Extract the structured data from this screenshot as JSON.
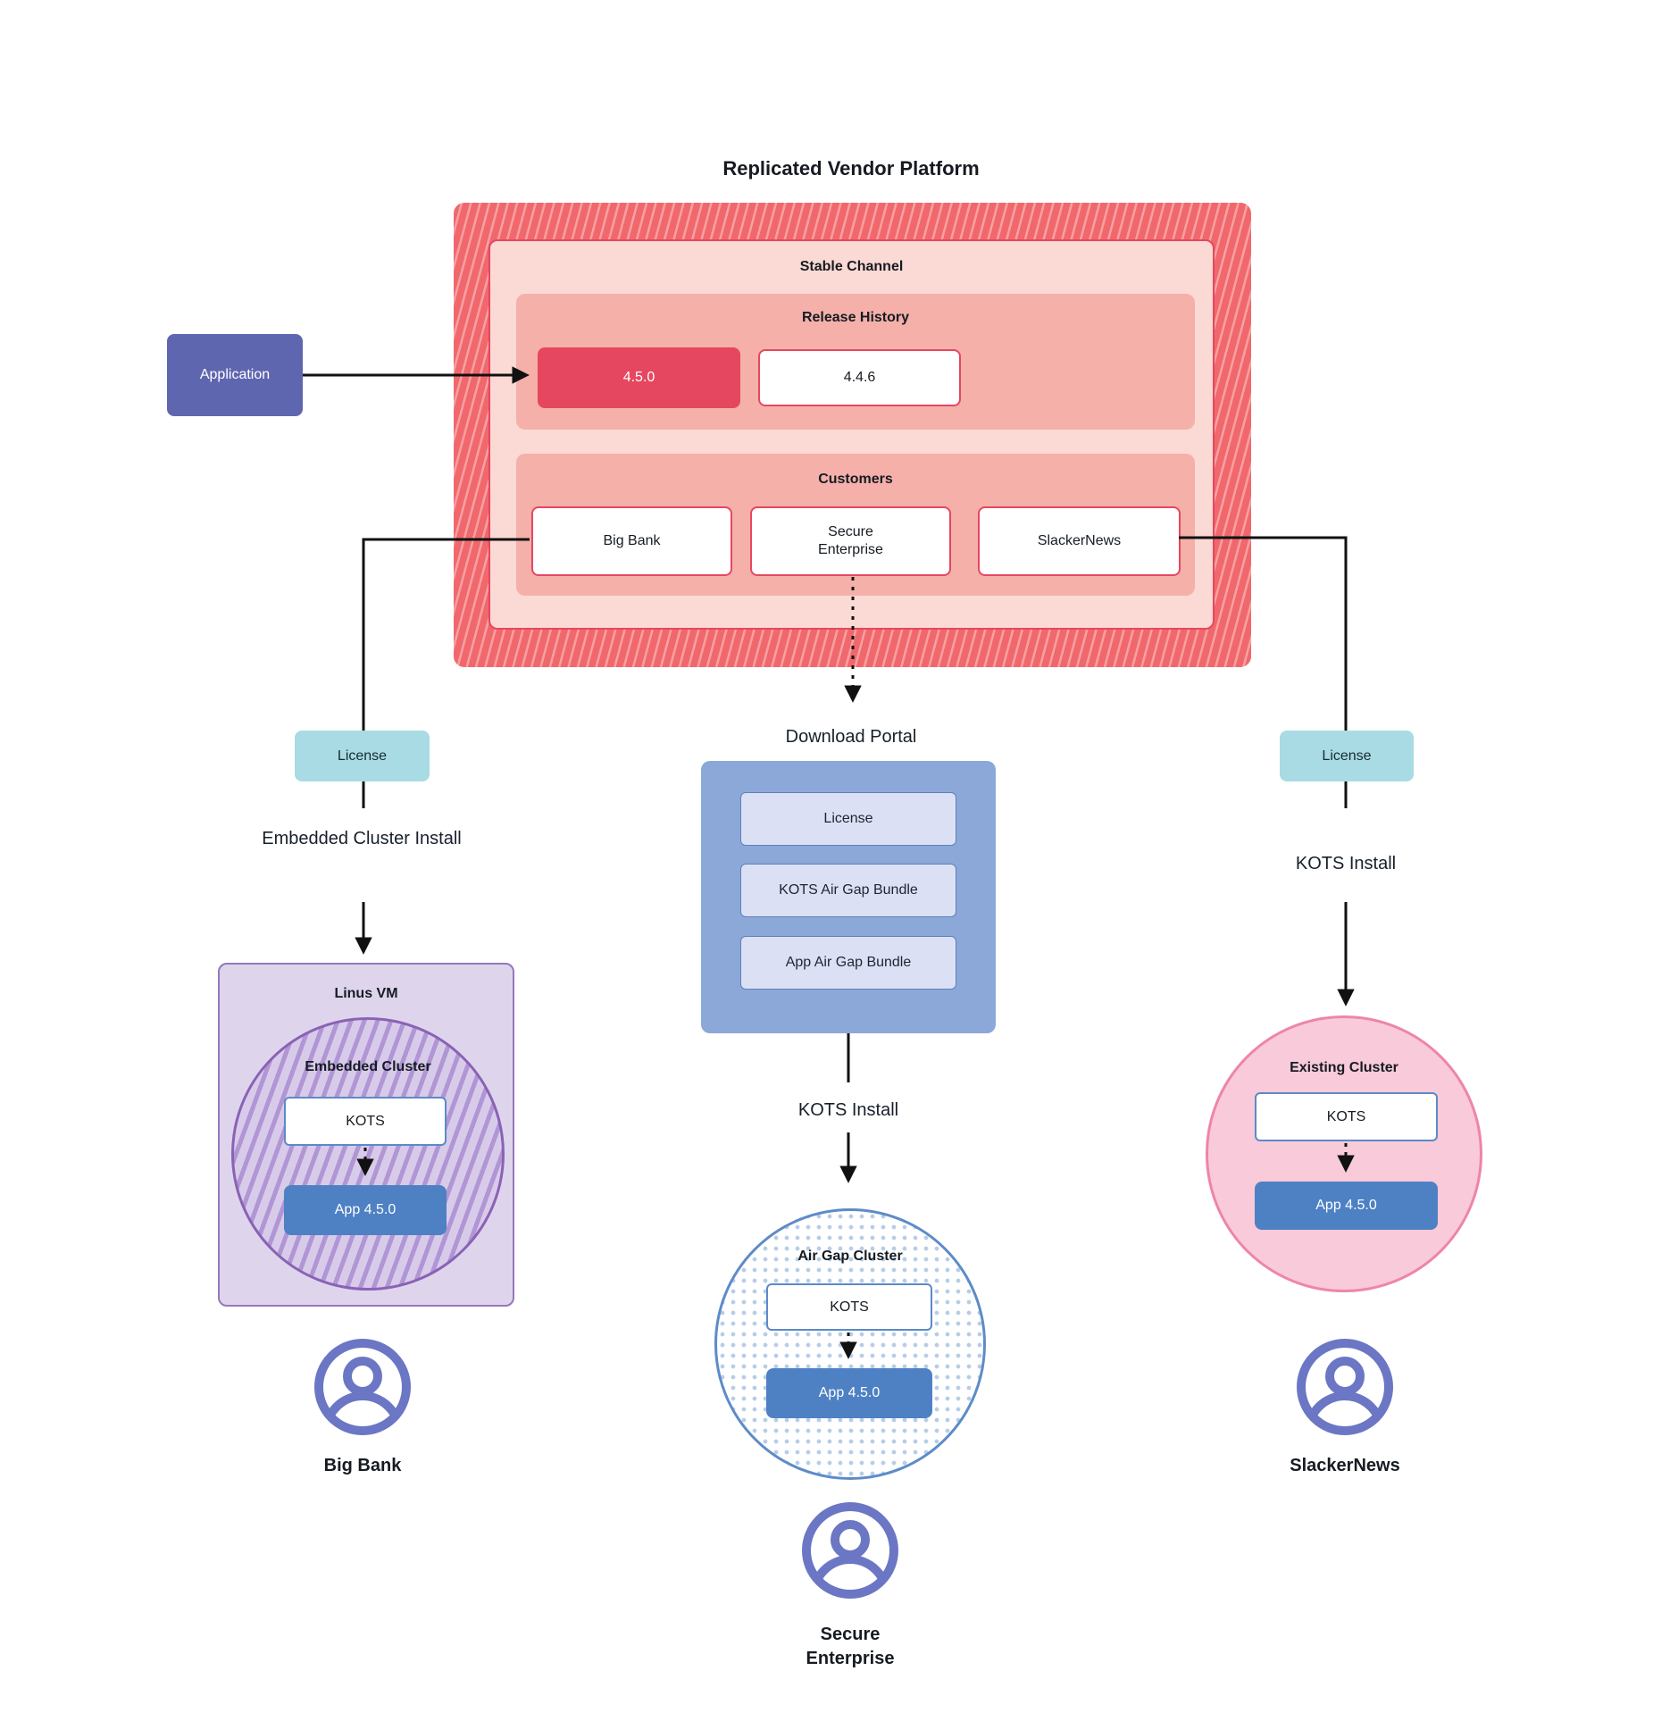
{
  "title": "Replicated Vendor Platform",
  "platform": {
    "stable_channel": {
      "label": "Stable Channel",
      "release_history": {
        "label": "Release History",
        "releases": [
          {
            "version": "4.5.0",
            "current": true
          },
          {
            "version": "4.4.6",
            "current": false
          }
        ]
      },
      "customers": {
        "label": "Customers",
        "items": [
          "Big Bank",
          "Secure Enterprise",
          "SlackerNews"
        ]
      }
    }
  },
  "application_label": "Application",
  "branches": {
    "left": {
      "license_label": "License",
      "install_label": "Embedded Cluster Install",
      "vm_label": "Linus VM",
      "cluster_label": "Embedded Cluster",
      "kots_label": "KOTS",
      "app_label": "App 4.5.0",
      "customer_label": "Big Bank"
    },
    "middle": {
      "portal_label": "Download Portal",
      "portal_items": [
        "License",
        "KOTS Air Gap Bundle",
        "App Air Gap Bundle"
      ],
      "install_label": "KOTS Install",
      "cluster_label": "Air Gap Cluster",
      "kots_label": "KOTS",
      "app_label": "App 4.5.0",
      "customer_label": "Secure Enterprise"
    },
    "right": {
      "license_label": "License",
      "install_label": "KOTS Install",
      "cluster_label": "Existing Cluster",
      "kots_label": "KOTS",
      "app_label": "App 4.5.0",
      "customer_label": "SlackerNews"
    }
  },
  "colors": {
    "platform_hatch_base": "#f1686c",
    "platform_hatch_stripe": "#f7a0a3",
    "stable_channel_bg": "#fbd9d4",
    "section_bg": "#f5b0aa",
    "release_current_bg": "#e64760",
    "box_border_red": "#e64760",
    "application_bg": "#5f66b0",
    "license_bg": "#a8dbe3",
    "portal_bg": "#8ba8d9",
    "portal_button_bg": "#dce0f5",
    "app_bg": "#4e81c3",
    "kots_border": "#5b8ac8",
    "vm_bg": "#ded5ed",
    "vm_border": "#9577bb",
    "embedded_circle_stripe": "#b096d4",
    "airgap_circle_border": "#5e8bc8",
    "existing_circle_bg": "#f9cad9",
    "existing_circle_border": "#ee85a6",
    "user_icon": "#6b76c4",
    "connector": "#111111"
  }
}
